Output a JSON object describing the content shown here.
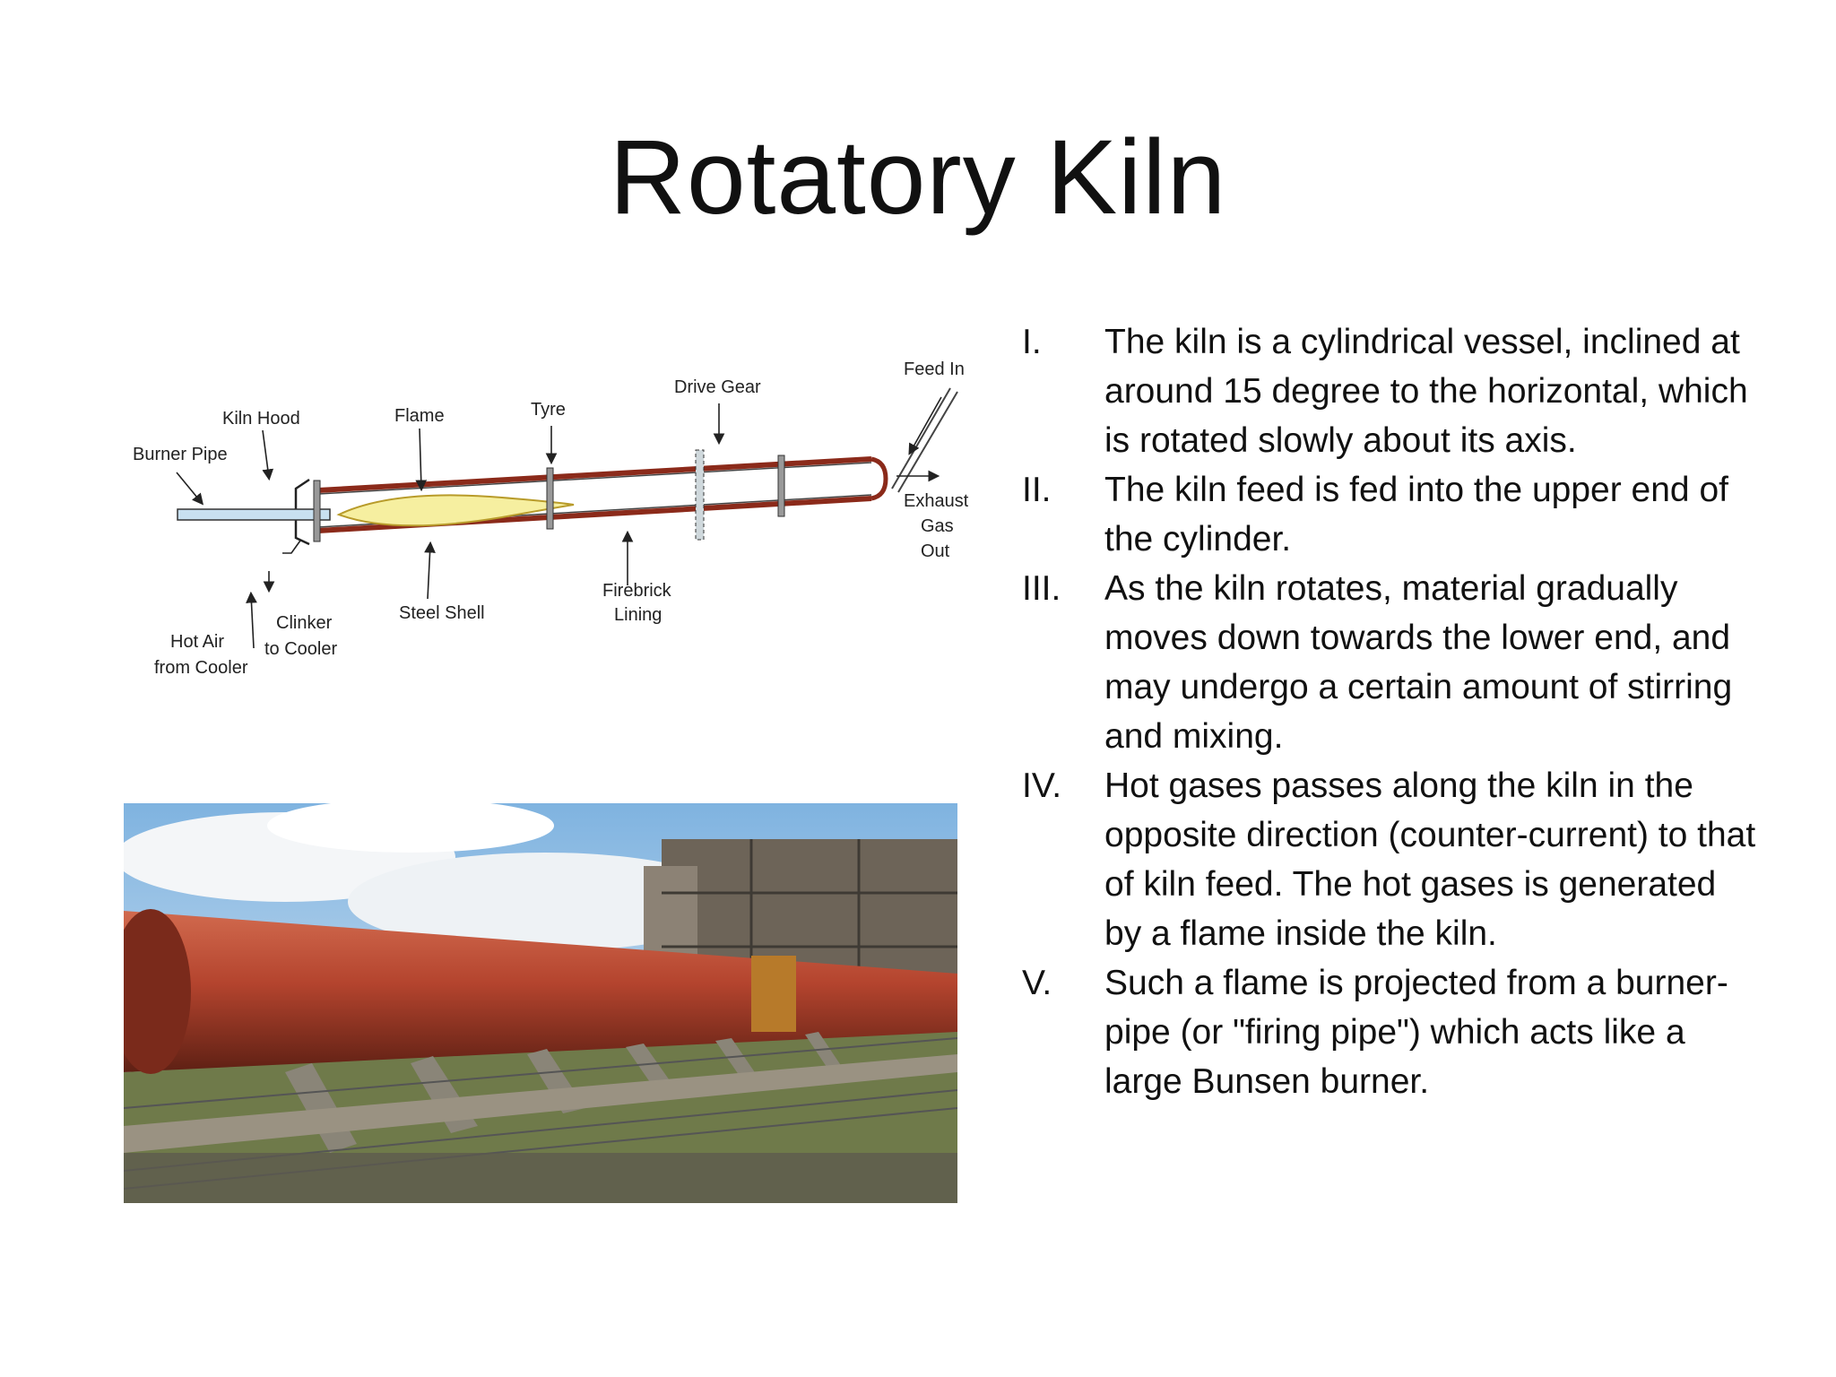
{
  "slide": {
    "title": "Rotatory Kiln"
  },
  "diagram": {
    "labels": {
      "feed_in": "Feed In",
      "drive_gear": "Drive Gear",
      "tyre": "Tyre",
      "flame": "Flame",
      "kiln_hood": "Kiln Hood",
      "burner_pipe": "Burner Pipe",
      "exhaust_1": "Exhaust",
      "exhaust_2": "Gas",
      "exhaust_3": "Out",
      "steel_shell": "Steel Shell",
      "firebrick_1": "Firebrick",
      "firebrick_2": "Lining",
      "clinker_1": "Clinker",
      "clinker_2": "to Cooler",
      "hot_air_1": "Hot Air",
      "hot_air_2": "from Cooler"
    }
  },
  "list": {
    "items": [
      {
        "num": "I.",
        "text": "The kiln is a cylindrical vessel, inclined at around 15 degree to the horizontal, which is rotated slowly about its axis."
      },
      {
        "num": "II.",
        "text": "The kiln feed  is fed into the upper end of the cylinder."
      },
      {
        "num": "III.",
        "text": " As the kiln rotates, material gradually moves down towards the lower end, and may undergo a certain amount of stirring and mixing."
      },
      {
        "num": "IV.",
        "text": "Hot gases passes along the kiln in the opposite direction (counter-current) to that of kiln feed. The hot gases is generated by a flame inside the kiln."
      },
      {
        "num": "V.",
        "text": " Such a flame is projected from a burner-pipe (or \"firing pipe\") which acts like a large Bunsen burner."
      }
    ]
  }
}
